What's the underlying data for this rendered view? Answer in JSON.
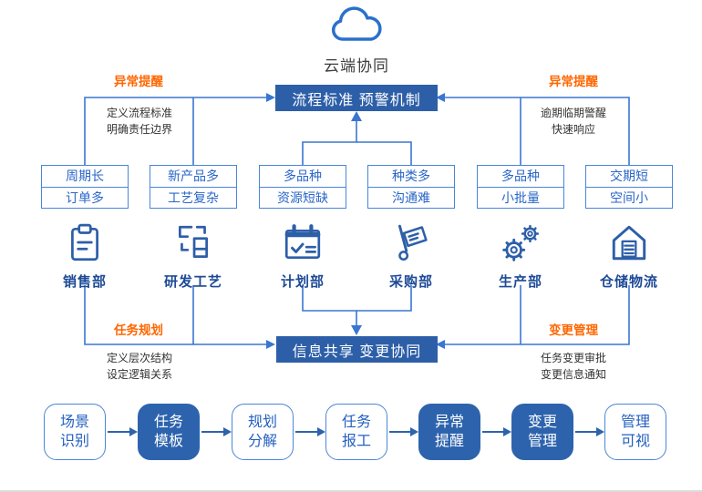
{
  "colors": {
    "primary_blue": "#2d5fa8",
    "flow_filled_blue": "#2d63ad",
    "line_blue": "#3a76d0",
    "box_border_blue": "#4a86d8",
    "box_text_blue": "#2a66c8",
    "department_navy": "#1d4a96",
    "accent_orange": "#ff6600",
    "description_text": "#333333"
  },
  "cloud": {
    "label": "云端协同",
    "icon": "cloud-icon"
  },
  "top_box": {
    "label": "流程标准 预警机制"
  },
  "bottom_box": {
    "label": "信息共享 变更协同"
  },
  "annotations": {
    "top_left": {
      "title": "异常提醒",
      "desc1": "定义流程标准",
      "desc2": "明确责任边界"
    },
    "top_right": {
      "title": "异常提醒",
      "desc1": "逾期临期警醒",
      "desc2": "快速响应"
    },
    "bottom_left": {
      "title": "任务规划",
      "desc1": "定义层次结构",
      "desc2": "设定逻辑关系"
    },
    "bottom_right": {
      "title": "变更管理",
      "desc1": "任务变更审批",
      "desc2": "变更信息通知"
    }
  },
  "pain_boxes": [
    {
      "top": "周期长",
      "bottom": "订单多"
    },
    {
      "top": "新产品多",
      "bottom": "工艺复杂"
    },
    {
      "top": "多品种",
      "bottom": "资源短缺"
    },
    {
      "top": "种类多",
      "bottom": "沟通难"
    },
    {
      "top": "多品种",
      "bottom": "小批量"
    },
    {
      "top": "交期短",
      "bottom": "空间小"
    }
  ],
  "departments": [
    {
      "label": "销售部",
      "icon": "clipboard-icon"
    },
    {
      "label": "研发工艺",
      "icon": "blocks-icon"
    },
    {
      "label": "计划部",
      "icon": "calendar-check-icon"
    },
    {
      "label": "采购部",
      "icon": "handtruck-icon"
    },
    {
      "label": "生产部",
      "icon": "gears-icon"
    },
    {
      "label": "仓储物流",
      "icon": "warehouse-icon"
    }
  ],
  "flow": [
    {
      "line1": "场景",
      "line2": "识别",
      "filled": false
    },
    {
      "line1": "任务",
      "line2": "模板",
      "filled": true
    },
    {
      "line1": "规划",
      "line2": "分解",
      "filled": false
    },
    {
      "line1": "任务",
      "line2": "报工",
      "filled": false
    },
    {
      "line1": "异常",
      "line2": "提醒",
      "filled": true
    },
    {
      "line1": "变更",
      "line2": "管理",
      "filled": true
    },
    {
      "line1": "管理",
      "line2": "可视",
      "filled": false
    }
  ]
}
